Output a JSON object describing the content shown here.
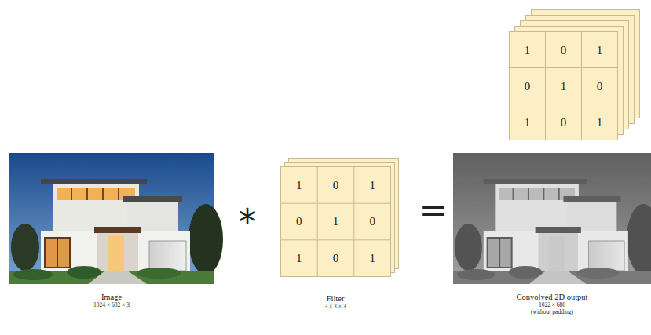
{
  "diagram": {
    "nodes": [
      {
        "text": [
          "Image",
          "1024 × 682 × 3"
        ]
      },
      {
        "text": [
          "Filter",
          "3 × 3 × 3"
        ]
      },
      {
        "text": [
          "Convolved 2D output",
          "1022 × 680",
          "(without padding)"
        ]
      }
    ],
    "labels": [
      "1",
      "0",
      "1",
      "0",
      "1",
      "0",
      "1",
      "0",
      "1",
      "*",
      "1",
      "0",
      "1",
      "0",
      "1",
      "0",
      "1",
      "0",
      "1",
      "="
    ]
  }
}
